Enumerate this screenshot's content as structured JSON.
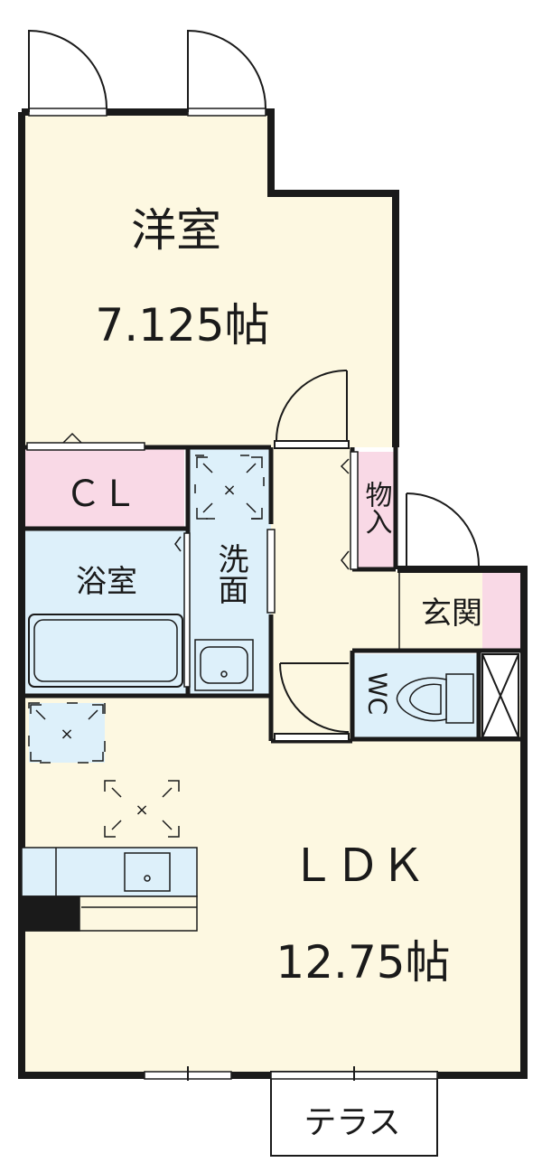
{
  "rooms": {
    "western_room": {
      "name": "洋室",
      "size": "7.125帖"
    },
    "closet": {
      "name": "ＣＬ"
    },
    "bathroom": {
      "name": "浴室"
    },
    "washroom": {
      "name": "洗面"
    },
    "storage": {
      "name": "物入"
    },
    "entrance": {
      "name": "玄関"
    },
    "toilet": {
      "name": "WC"
    },
    "ldk": {
      "name": "ＬＤＫ",
      "size": "12.75帖"
    },
    "terrace": {
      "name": "テラス"
    }
  },
  "colors": {
    "room_fill": "#fdf8e1",
    "closet_fill": "#f9d9e6",
    "water_fill": "#ddf0fa",
    "wall": "#1a1a1a"
  }
}
